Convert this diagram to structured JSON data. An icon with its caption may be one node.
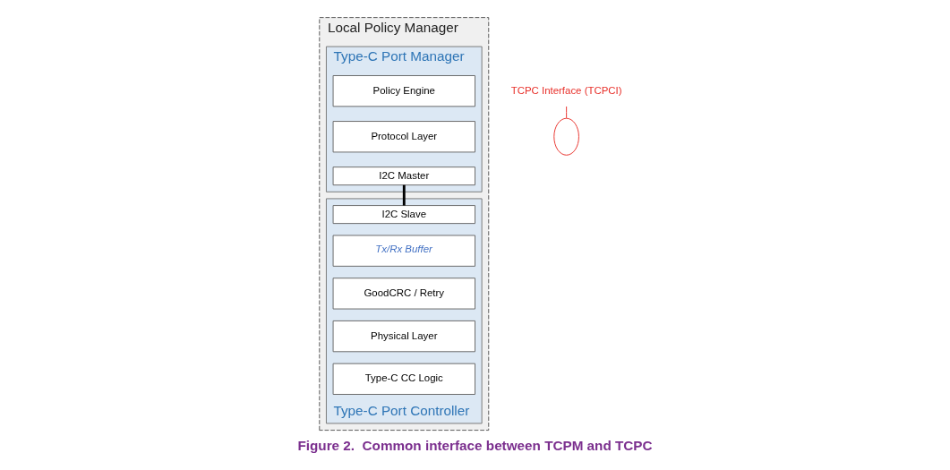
{
  "diagram": {
    "caption": "Figure 2.  Common interface between TCPM and TCPC",
    "nodes": [
      {
        "text": [
          "Local Policy Manager"
        ]
      },
      {
        "text": [
          "Type-C Port Manager"
        ],
        "in": 0
      },
      {
        "text": [
          "Policy Engine"
        ],
        "in": 1
      },
      {
        "text": [
          "Protocol Layer"
        ],
        "in": 1
      },
      {
        "text": [
          "I2C Master"
        ],
        "in": 1
      },
      {
        "text": [
          "Type-C Port Controller"
        ],
        "in": 0
      },
      {
        "text": [
          "I2C Slave"
        ],
        "in": 5
      },
      {
        "text": [
          "Tx/Rx Buffer"
        ],
        "in": 5
      },
      {
        "text": [
          "GoodCRC / Retry"
        ],
        "in": 5
      },
      {
        "text": [
          "Physical Layer"
        ],
        "in": 5
      },
      {
        "text": [
          "Type-C CC Logic"
        ],
        "in": 5
      },
      {
        "text": [
          "TCPC Interface (TCPCI)"
        ]
      },
      {
        "text": [],
        "shape": "ellipse"
      }
    ],
    "edges": [
      {
        "from": 4,
        "to": 6,
        "arrow": "none",
        "style": "thick"
      },
      {
        "from": 11,
        "to": 12,
        "arrow": "none",
        "color": "#e8302a"
      }
    ]
  }
}
